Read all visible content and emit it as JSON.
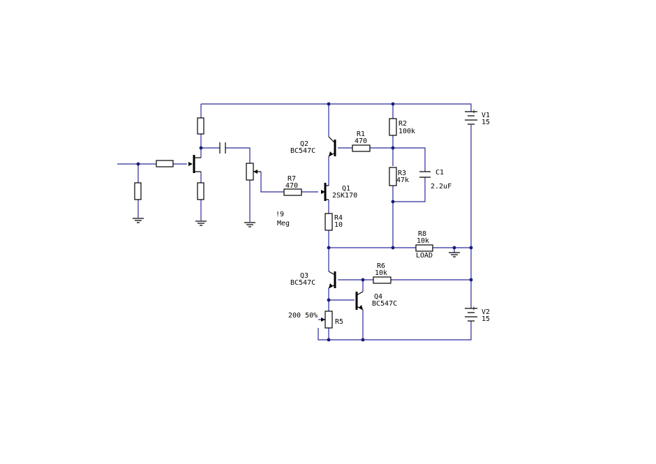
{
  "labels": {
    "q2_name": "Q2",
    "q2_type": "BC547C",
    "r1_name": "R1",
    "r1_value": "470",
    "r2_name": "R2",
    "r2_value": "100k",
    "r3_name": "R3",
    "r3_value": "47k",
    "c1_name": "C1",
    "c1_value": "2.2uF",
    "v1_name": "V1",
    "v1_value": "15",
    "r7_name": "R7",
    "r7_value": "470",
    "q1_name": "Q1",
    "q1_type": "2SK170",
    "r4_name": "R4",
    "r4_value": "10",
    "meg_a": "!9",
    "meg_b": "Meg",
    "r8_name": "R8",
    "r8_value": "10k",
    "r8_note": "LOAD",
    "r6_name": "R6",
    "r6_value": "10k",
    "q3_name": "Q3",
    "q3_type": "BC547C",
    "q4_name": "Q4",
    "q4_type": "BC547C",
    "r5_name": "R5",
    "r5_setting": "200 50%",
    "v2_name": "V2",
    "v2_value": "15",
    "plus": "+"
  },
  "colors": {
    "wire": "#2a2a9a",
    "component": "#000000",
    "junction": "#1a1a7a"
  }
}
